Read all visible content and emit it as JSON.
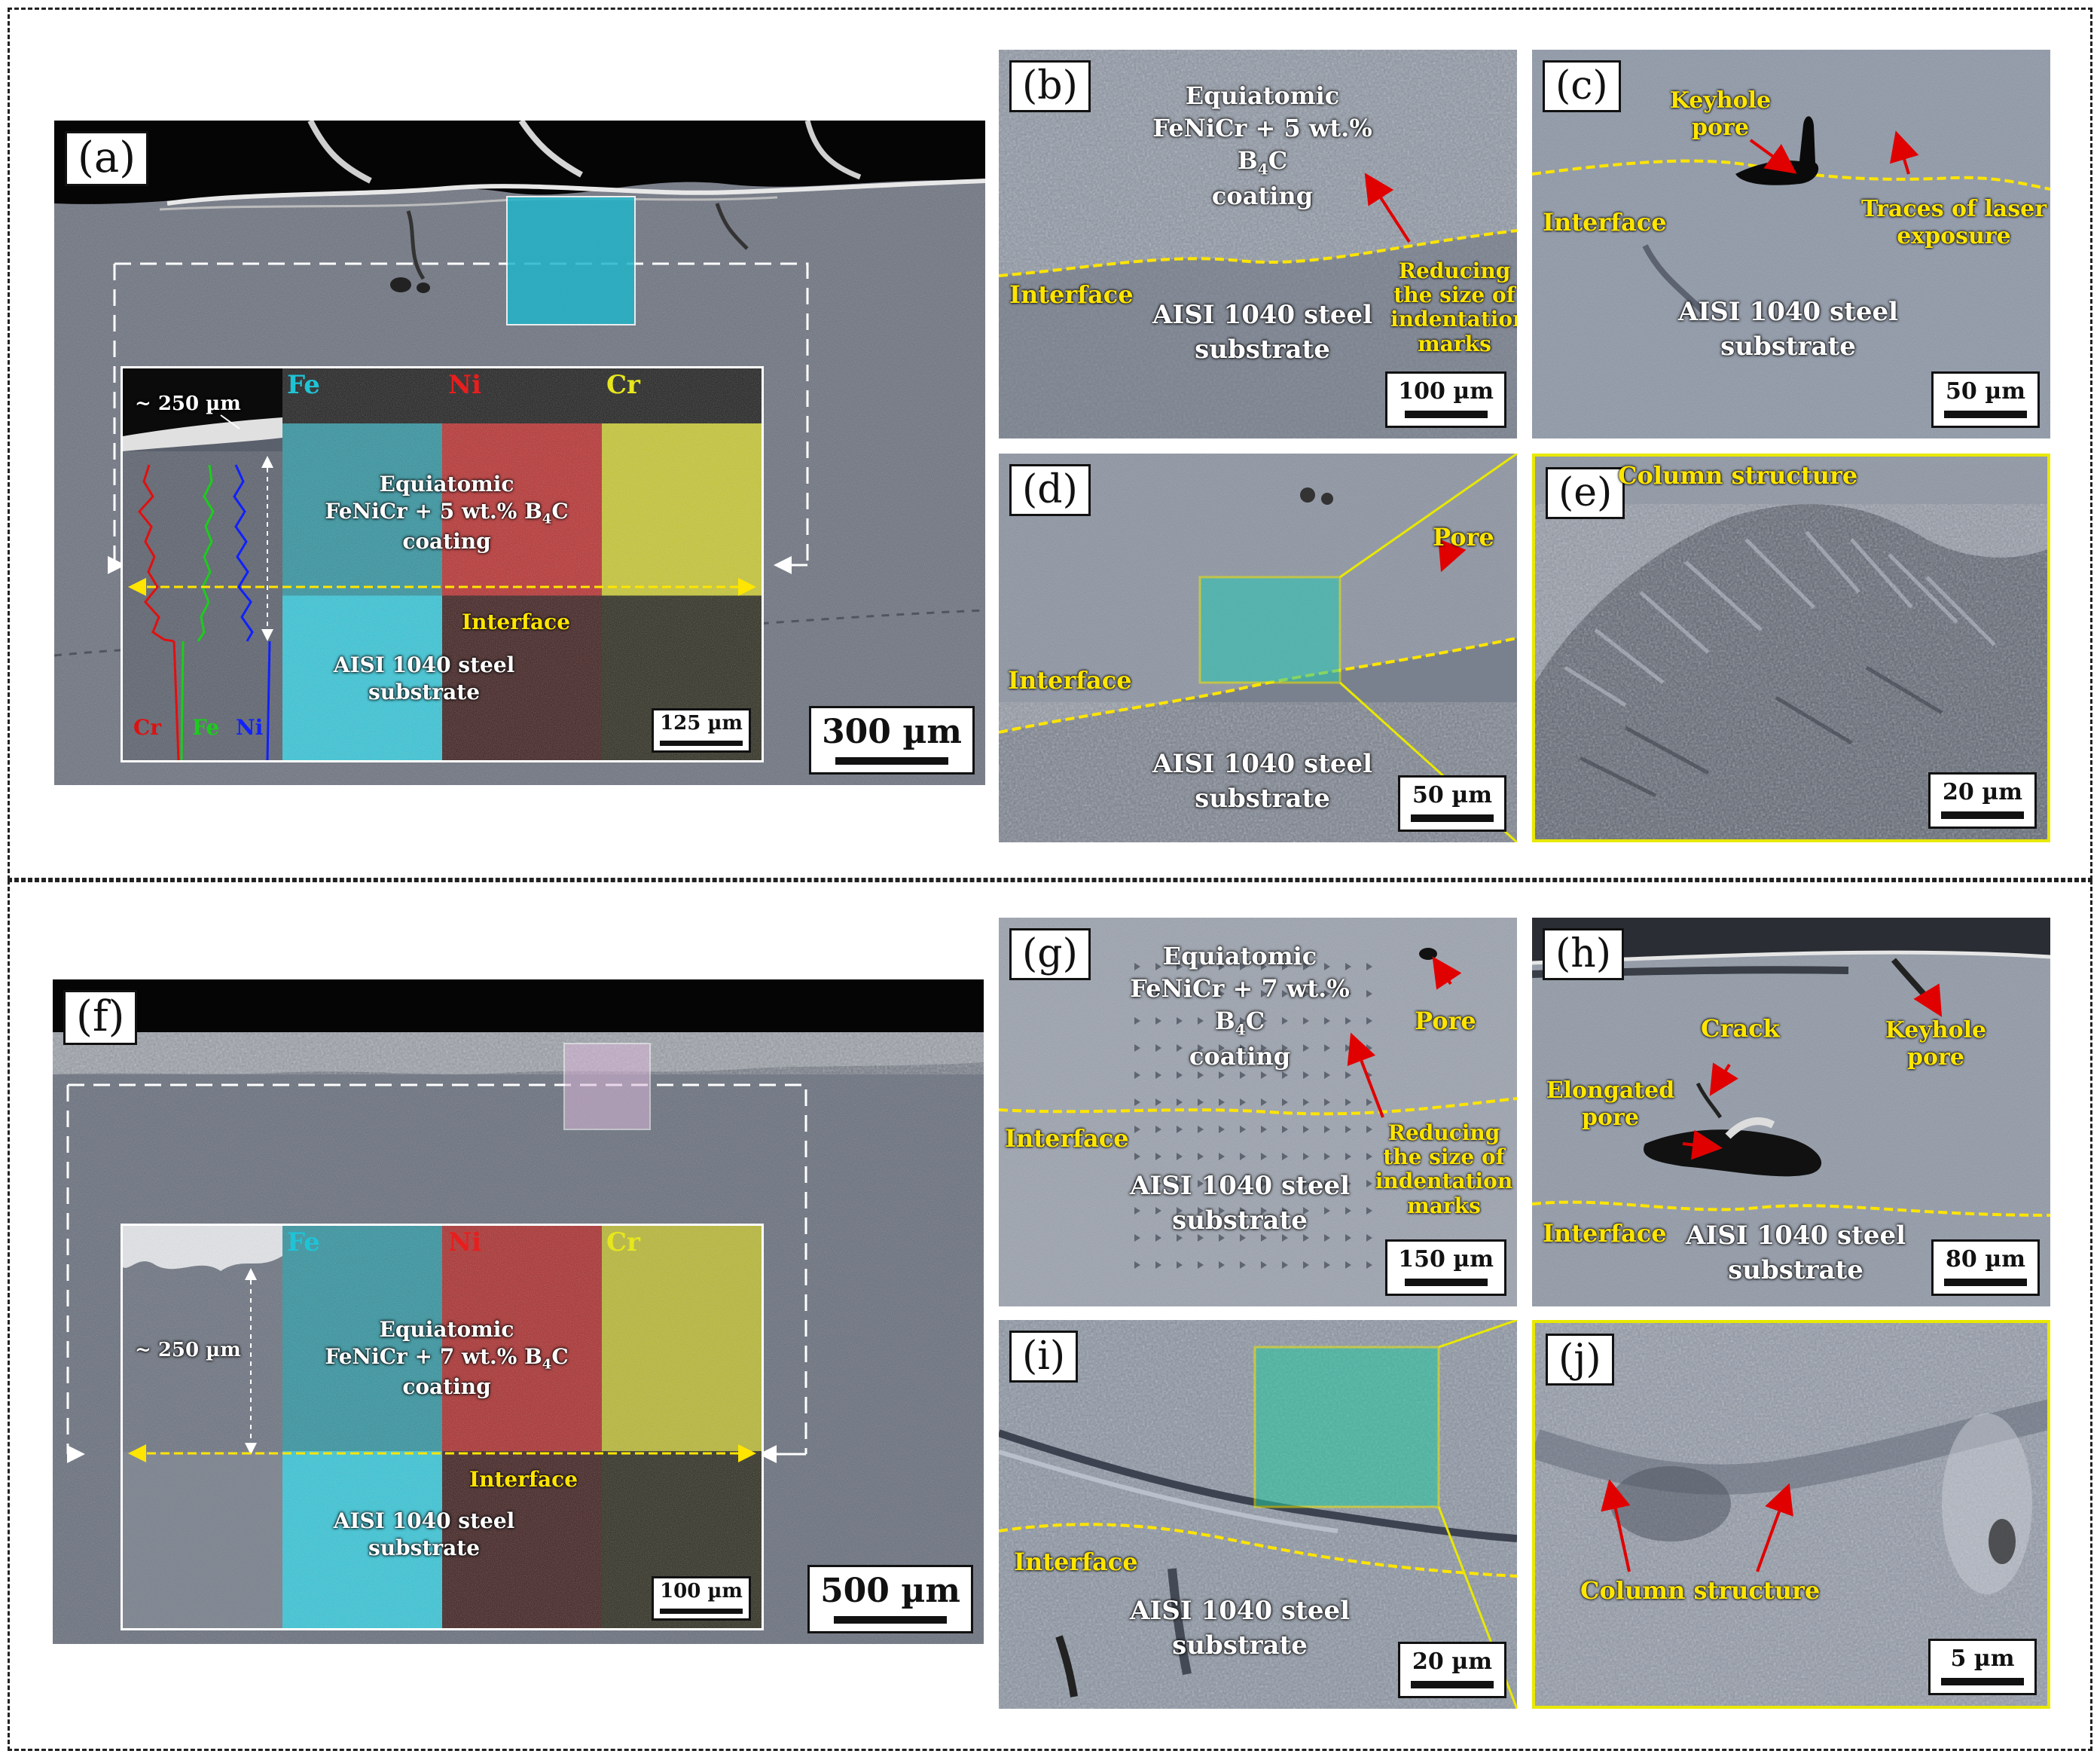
{
  "colors": {
    "fe": "#1fc3d6",
    "ni": "#d81a1a",
    "cr": "#e6e61e",
    "interface_line": "#ffe500",
    "arrow": "#e00000",
    "frame_dash": "#222222"
  },
  "sem_texture": "sem-grain-pattern",
  "figure": {
    "top": {
      "a": {
        "letter": "(a)",
        "scale": "300 µm",
        "inset": {
          "thickness_label": "~ 250 µm",
          "element_labels": {
            "fe": "Fe",
            "ni": "Ni",
            "cr": "Cr"
          },
          "line_labels": {
            "cr": "Cr",
            "fe": "Fe",
            "ni": "Ni"
          },
          "coating_label": [
            "Equiatomic",
            "FeNiCr + 5 wt.% B",
            "4",
            "C",
            "coating"
          ],
          "interface": "Interface",
          "substrate_label": [
            "AISI 1040 steel",
            "substrate"
          ],
          "scale": "125 µm"
        }
      },
      "b": {
        "letter": "(b)",
        "coating_label": [
          "Equiatomic",
          "FeNiCr + 5 wt.% B",
          "4",
          "C",
          "coating"
        ],
        "interface": "Interface",
        "substrate_label": [
          "AISI 1040 steel",
          "substrate"
        ],
        "annotation": [
          "Reducing",
          "the size of",
          "indentation",
          "marks"
        ],
        "scale": "100 µm"
      },
      "c": {
        "letter": "(c)",
        "keyhole": [
          "Keyhole",
          "pore"
        ],
        "interface": "Interface",
        "traces": [
          "Traces of laser",
          "exposure"
        ],
        "substrate_label": [
          "AISI 1040 steel",
          "substrate"
        ],
        "scale": "50 µm"
      },
      "d": {
        "letter": "(d)",
        "pore": "Pore",
        "interface": "Interface",
        "substrate_label": [
          "AISI 1040 steel",
          "substrate"
        ],
        "scale": "50 µm"
      },
      "e": {
        "letter": "(e)",
        "title": "Column structure",
        "scale": "20 µm"
      }
    },
    "bottom": {
      "f": {
        "letter": "(f)",
        "scale": "500 µm",
        "inset": {
          "thickness_label": "~ 250 µm",
          "element_labels": {
            "fe": "Fe",
            "ni": "Ni",
            "cr": "Cr"
          },
          "coating_label": [
            "Equiatomic",
            "FeNiCr + 7 wt.% B",
            "4",
            "C",
            "coating"
          ],
          "interface": "Interface",
          "substrate_label": [
            "AISI 1040 steel",
            "substrate"
          ],
          "scale": "100 µm"
        }
      },
      "g": {
        "letter": "(g)",
        "coating_label": [
          "Equiatomic",
          "FeNiCr + 7 wt.% B",
          "4",
          "C",
          "coating"
        ],
        "pore": "Pore",
        "interface": "Interface",
        "substrate_label": [
          "AISI 1040 steel",
          "substrate"
        ],
        "annotation": [
          "Reducing",
          "the size of",
          "indentation",
          "marks"
        ],
        "scale": "150 µm"
      },
      "h": {
        "letter": "(h)",
        "crack": "Crack",
        "keyhole": [
          "Keyhole",
          "pore"
        ],
        "elongated": [
          "Elongated",
          "pore"
        ],
        "interface": "Interface",
        "substrate_label": [
          "AISI 1040 steel",
          "substrate"
        ],
        "scale": "80 µm"
      },
      "i": {
        "letter": "(i)",
        "interface": "Interface",
        "substrate_label": [
          "AISI 1040 steel",
          "substrate"
        ],
        "scale": "20 µm"
      },
      "j": {
        "letter": "(j)",
        "title": "Column structure",
        "scale": "5 µm"
      }
    }
  }
}
